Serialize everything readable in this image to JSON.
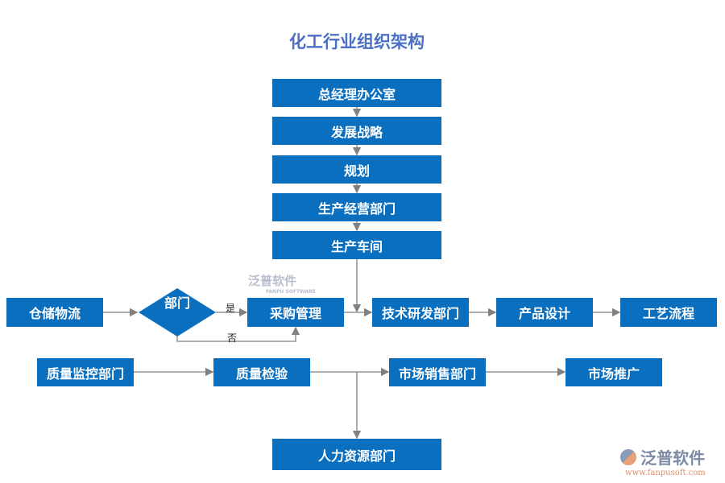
{
  "title": "化工行业组织架构",
  "nodes": {
    "gm": "总经理办公室",
    "strategy": "发展战略",
    "planning": "规划",
    "prod_ops": "生产经营部门",
    "workshop": "生产车间",
    "warehouse": "仓储物流",
    "decision": "部门",
    "purchase": "采购管理",
    "rnd": "技术研发部门",
    "design": "产品设计",
    "process": "工艺流程",
    "qc_dept": "质量监控部门",
    "inspection": "质量检验",
    "sales": "市场销售部门",
    "promotion": "市场推广",
    "hr": "人力资源部门"
  },
  "edge_labels": {
    "yes": "是",
    "no": "否"
  },
  "watermark": {
    "brand": "泛普软件",
    "sub": "FANPU SOFTWARE",
    "url": "www.fanpusoft.com"
  },
  "colors": {
    "box": "#0b6fc0",
    "title": "#4a6fc4",
    "line": "#808080"
  }
}
